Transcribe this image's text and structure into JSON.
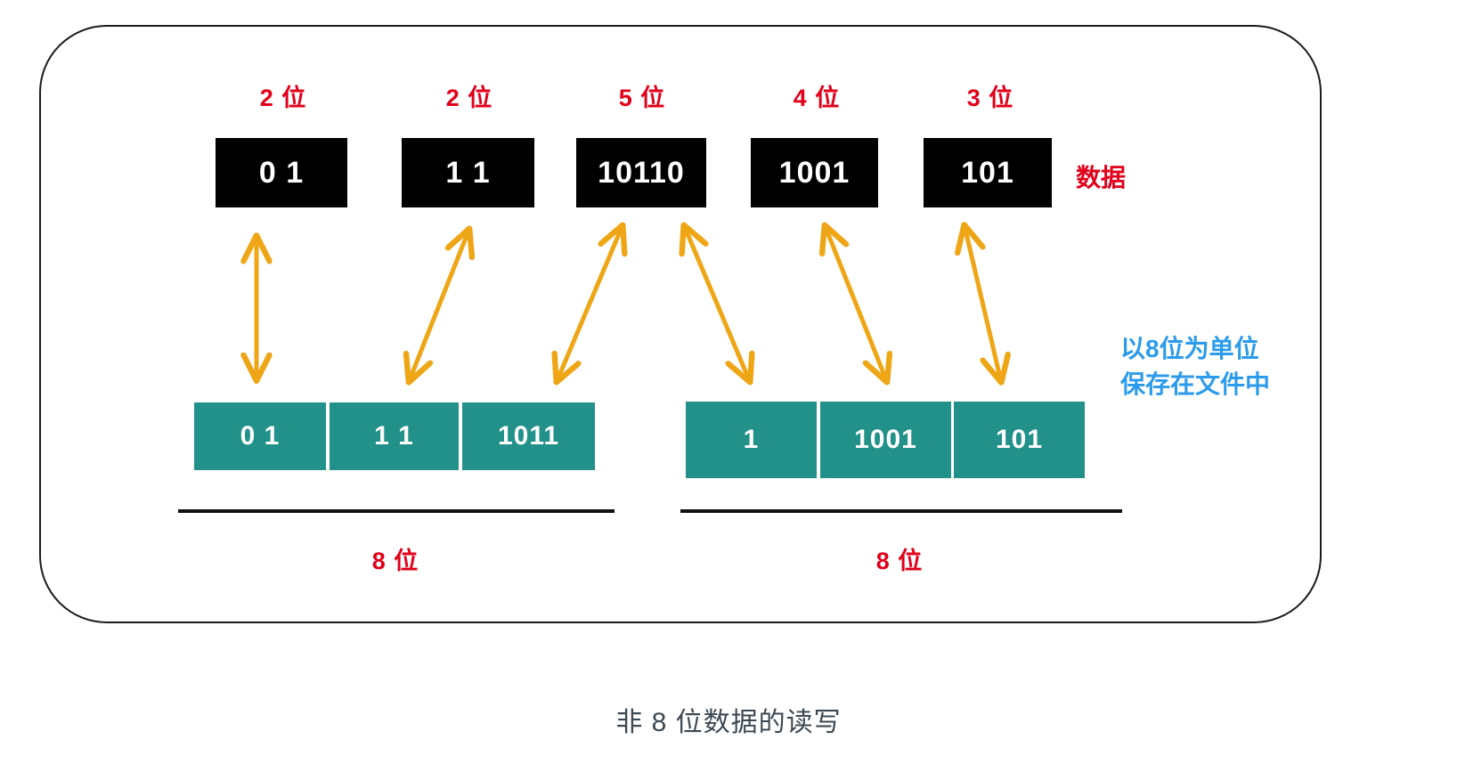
{
  "figure": {
    "caption": "非 8 位数据的读写",
    "data_label": "数据",
    "note_line1": "以8位为单位",
    "note_line2": "保存在文件中",
    "colors": {
      "red": "#e1001a",
      "blue": "#2c9bec",
      "teal": "#21918a",
      "black": "#000000",
      "arrow": "#efa616",
      "caption": "#3d4852"
    }
  },
  "source_row": {
    "label": "数据",
    "items": [
      {
        "bits_label": "2 位",
        "value": "0 1"
      },
      {
        "bits_label": "2 位",
        "value": "1 1"
      },
      {
        "bits_label": "5 位",
        "value": "10110"
      },
      {
        "bits_label": "4 位",
        "value": "1001"
      },
      {
        "bits_label": "3 位",
        "value": "101"
      }
    ]
  },
  "file_row": {
    "groups": [
      {
        "rule_label": "8 位",
        "cells": [
          {
            "value": "0 1"
          },
          {
            "value": "1 1"
          },
          {
            "value": "1011"
          }
        ]
      },
      {
        "rule_label": "8 位",
        "cells": [
          {
            "value": "1"
          },
          {
            "value": "1001"
          },
          {
            "value": "101"
          }
        ]
      }
    ]
  },
  "mappings": [
    {
      "from": "0 1",
      "to": "0 1",
      "direction": "bidirectional"
    },
    {
      "from": "1 1",
      "to": "1 1",
      "direction": "bidirectional"
    },
    {
      "from": "10110",
      "to": "1011",
      "direction": "bidirectional"
    },
    {
      "from": "10110",
      "to": "1",
      "direction": "bidirectional"
    },
    {
      "from": "1001",
      "to": "1001",
      "direction": "bidirectional"
    },
    {
      "from": "101",
      "to": "101",
      "direction": "bidirectional"
    }
  ]
}
